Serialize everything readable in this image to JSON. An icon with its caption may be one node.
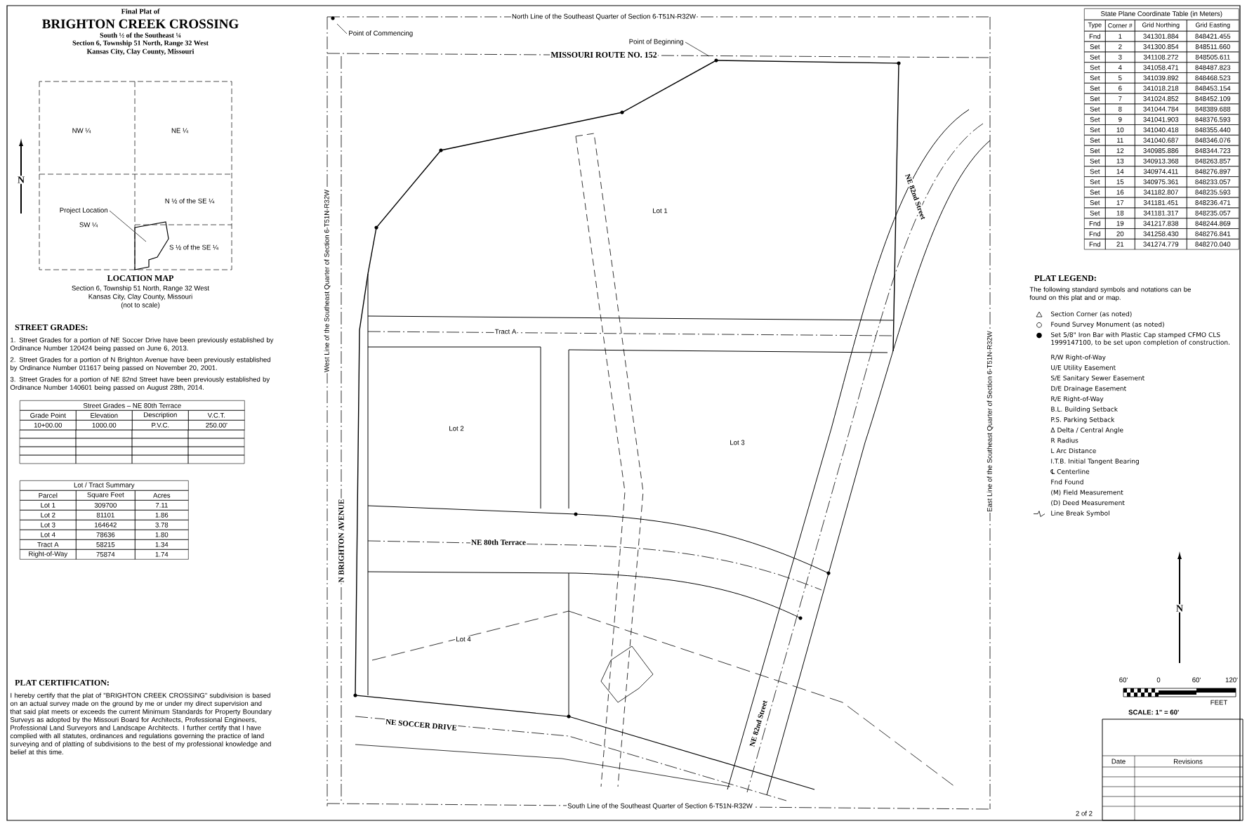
{
  "diagram": {
    "title": "BRIGHTON CREEK CROSSING",
    "nodes": [
      {
        "text": [
          "Point of Commencing"
        ]
      },
      {
        "text": [
          "Point of Beginning"
        ]
      },
      {
        "text": [
          "Project Location"
        ]
      }
    ],
    "edges": [
      {
        "from": 0,
        "to": null,
        "arrow": "none"
      },
      {
        "from": 1,
        "to": null,
        "arrow": "none"
      },
      {
        "from": 2,
        "to": null,
        "arrow": "none"
      }
    ],
    "labels": [
      "Final Plat of",
      "South ½ of the Southeast ¼",
      "Section 6, Township 51 North, Range 32 West",
      "Kansas City, Clay County, Missouri",
      "NW ¼",
      "NE ¼",
      "SW ¼",
      "N ½ of the SE ¼",
      "S ½ of the SE ¼",
      "LOCATION MAP",
      "Section 6, Township 51 North, Range 32 West",
      "Kansas City, Clay County, Missouri",
      "(not to scale)",
      "STREET GRADES:",
      "1. Street Grades for a portion of NE Soccer Drive have been previously established by Ordinance Number 120424 being passed on June 6, 2013.",
      "2. Street Grades for a portion of N Brighton Avenue have been previously established by Ordinance Number 011617 being passed on November 20, 2001.",
      "3. Street Grades for a portion of NE 82nd Street have been previously established by Ordinance Number 140601 being passed on August 28th, 2014.",
      "Street Grades – NE 80th Terrace",
      "Grade Point",
      "Elevation",
      "Description",
      "V.C.T.",
      "10+00.00",
      "1000.00",
      "P.V.C.",
      "250.00'",
      "Lot / Tract Summary",
      "Parcel",
      "Square Feet",
      "Acres",
      "Lot 1",
      "309700",
      "7.11",
      "Lot 2",
      "81101",
      "1.86",
      "Lot 3",
      "164642",
      "3.78",
      "Lot 4",
      "78636",
      "1.80",
      "Tract A",
      "58215",
      "1.34",
      "Right-of-Way",
      "75874",
      "1.74",
      "PLAT CERTIFICATION:",
      "I hereby certify that the plat of \"BRIGHTON CREEK CROSSING\" subdivision is based on an actual survey made on the ground by me or under my direct supervision and that said plat meets or exceeds the current Minimum Standards for Property Boundary Surveys as adopted by the Missouri Board for Architects, Professional Engineers, Professional Land Surveyors and Landscape Architects. I further certify that I have complied with all statutes, ordinances and regulations governing the practice of land surveying and of platting of subdivisions to the best of my professional knowledge and belief at this time.",
      "North Line of the Southeast Quarter of Section 6-T51N-R32W",
      "MISSOURI ROUTE NO. 152",
      "Lot 1",
      "Tract A",
      "Lot 2",
      "Lot 3",
      "N BRIGHTON AVENUE",
      "NE 80th Terrace",
      "Lot 4",
      "NE SOCCER DRIVE",
      "NE 82nd Street",
      "NE 82nd Street",
      "West Line of the Southeast Quarter of Section 6-T51N-R32W",
      "East Line of the Southeast Quarter of Section 6-T51N-R32W",
      "South Line of the Southeast Quarter of Section 6-T51N-R32W",
      "State Plane Coordinate Table (in Meters)",
      "Type",
      "Corner #",
      "Grid Northing",
      "Grid Easting",
      "Fnd",
      "1",
      "341301.884",
      "848421.455",
      "Set",
      "2",
      "341300.854",
      "848511.660",
      "Set",
      "3",
      "341108.272",
      "848505.611",
      "Set",
      "4",
      "341058.471",
      "848487.823",
      "Set",
      "5",
      "341039.892",
      "848468.523",
      "Set",
      "6",
      "341018.218",
      "848453.154",
      "Set",
      "7",
      "341024.852",
      "848452.109",
      "Set",
      "8",
      "341044.784",
      "848389.688",
      "Set",
      "9",
      "341041.903",
      "848376.593",
      "Set",
      "10",
      "341040.418",
      "848355.440",
      "Set",
      "11",
      "341040.687",
      "848346.076",
      "Set",
      "12",
      "340985.886",
      "848344.723",
      "Set",
      "13",
      "340913.368",
      "848263.857",
      "Set",
      "14",
      "340974.411",
      "848276.897",
      "Set",
      "15",
      "340975.361",
      "848233.057",
      "Set",
      "16",
      "341182.807",
      "848235.593",
      "Set",
      "17",
      "341181.451",
      "848236.471",
      "Set",
      "18",
      "341181.317",
      "848235.057",
      "Fnd",
      "19",
      "341217.838",
      "848244.869",
      "Fnd",
      "20",
      "341258.430",
      "848276.841",
      "Fnd",
      "21",
      "341274.779",
      "848270.040",
      "PLAT LEGEND:",
      "The following standard symbols and notations can be found on this plat and or map.",
      "N",
      "N",
      "60'",
      "0",
      "60'",
      "120'",
      "FEET",
      "SCALE: 1\" = 60'",
      "Date",
      "Revisions",
      "2 of 2"
    ],
    "legend": [
      {
        "text": "Section Corner (as noted)"
      },
      {
        "text": "Found Survey Monument (as noted)"
      },
      {
        "text": "Set 5/8\" Iron Bar with Plastic Cap stamped CFMO CLS 1999147100, to be set upon completion of construction."
      },
      {
        "text": "R/W Right-of-Way"
      },
      {
        "text": "U/E Utility Easement"
      },
      {
        "text": "S/E Sanitary Sewer Easement"
      },
      {
        "text": "D/E Drainage Easement"
      },
      {
        "text": "R/E Right-of-Way"
      },
      {
        "text": "B.L. Building Setback"
      },
      {
        "text": "P.S. Parking Setback"
      },
      {
        "text": "Δ Delta / Central Angle"
      },
      {
        "text": "R Radius"
      },
      {
        "text": "L Arc Distance"
      },
      {
        "text": "I.T.B. Initial Tangent Bearing"
      },
      {
        "text": "℄ Centerline"
      },
      {
        "text": "Fnd Found"
      },
      {
        "text": "(M) Field Measurement"
      },
      {
        "text": "(D) Deed Measurement"
      },
      {
        "text": "Line Break Symbol"
      }
    ]
  }
}
